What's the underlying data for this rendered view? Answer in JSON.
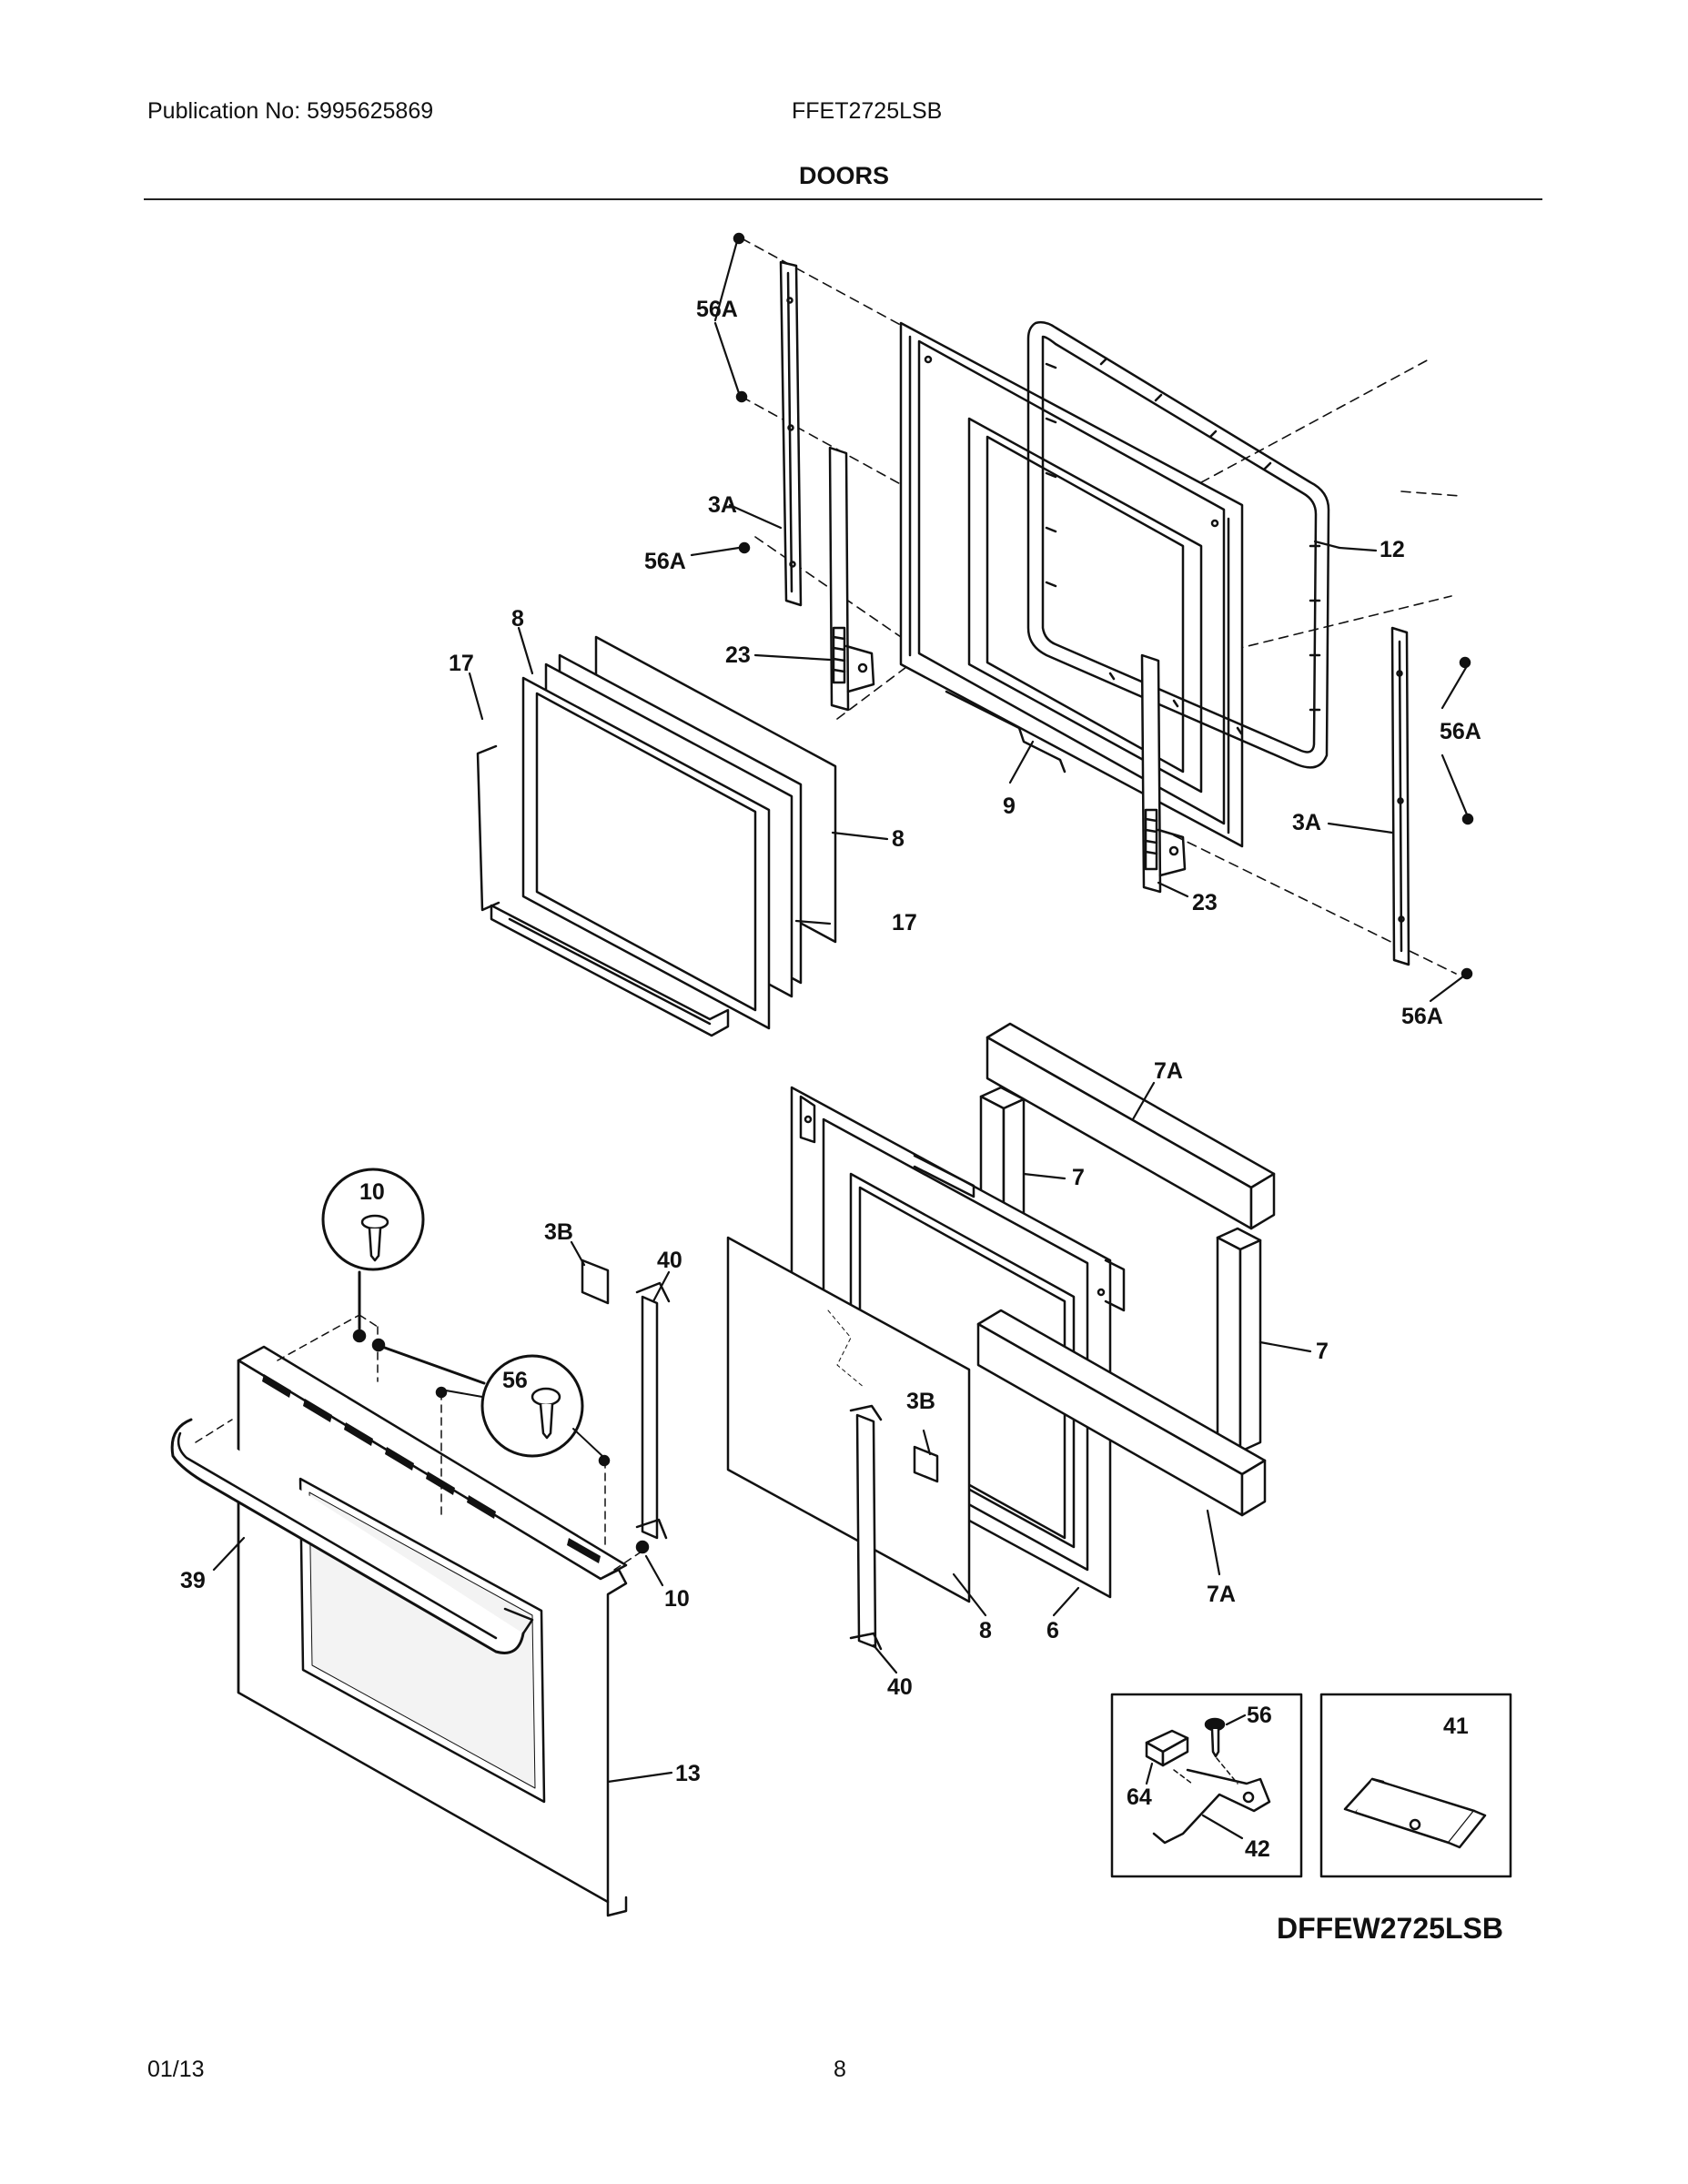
{
  "header": {
    "publication": "Publication No: 5995625869",
    "model": "FFET2725LSB",
    "title": "DOORS"
  },
  "footer": {
    "date": "01/13",
    "page": "8"
  },
  "diagram": {
    "part_number": "DFFEW2725LSB",
    "callouts": {
      "c56a_1": "56A",
      "c3a_1": "3A",
      "c56a_2": "56A",
      "c8_1": "8",
      "c17_1": "17",
      "c23_1": "23",
      "c12": "12",
      "c56a_3": "56A",
      "c9": "9",
      "c3a_2": "3A",
      "c8_2": "8",
      "c17_2": "17",
      "c23_2": "23",
      "c56a_4": "56A",
      "c7a_1": "7A",
      "c7_1": "7",
      "c7_2": "7",
      "c7a_2": "7A",
      "c10_1": "10",
      "c3b_1": "3B",
      "c40_1": "40",
      "c56": "56",
      "c3b_2": "3B",
      "c39": "39",
      "c10_2": "10",
      "c8_3": "8",
      "c6": "6",
      "c40_2": "40",
      "c13": "13",
      "c56_inset": "56",
      "c64": "64",
      "c42": "42",
      "c41": "41"
    }
  }
}
